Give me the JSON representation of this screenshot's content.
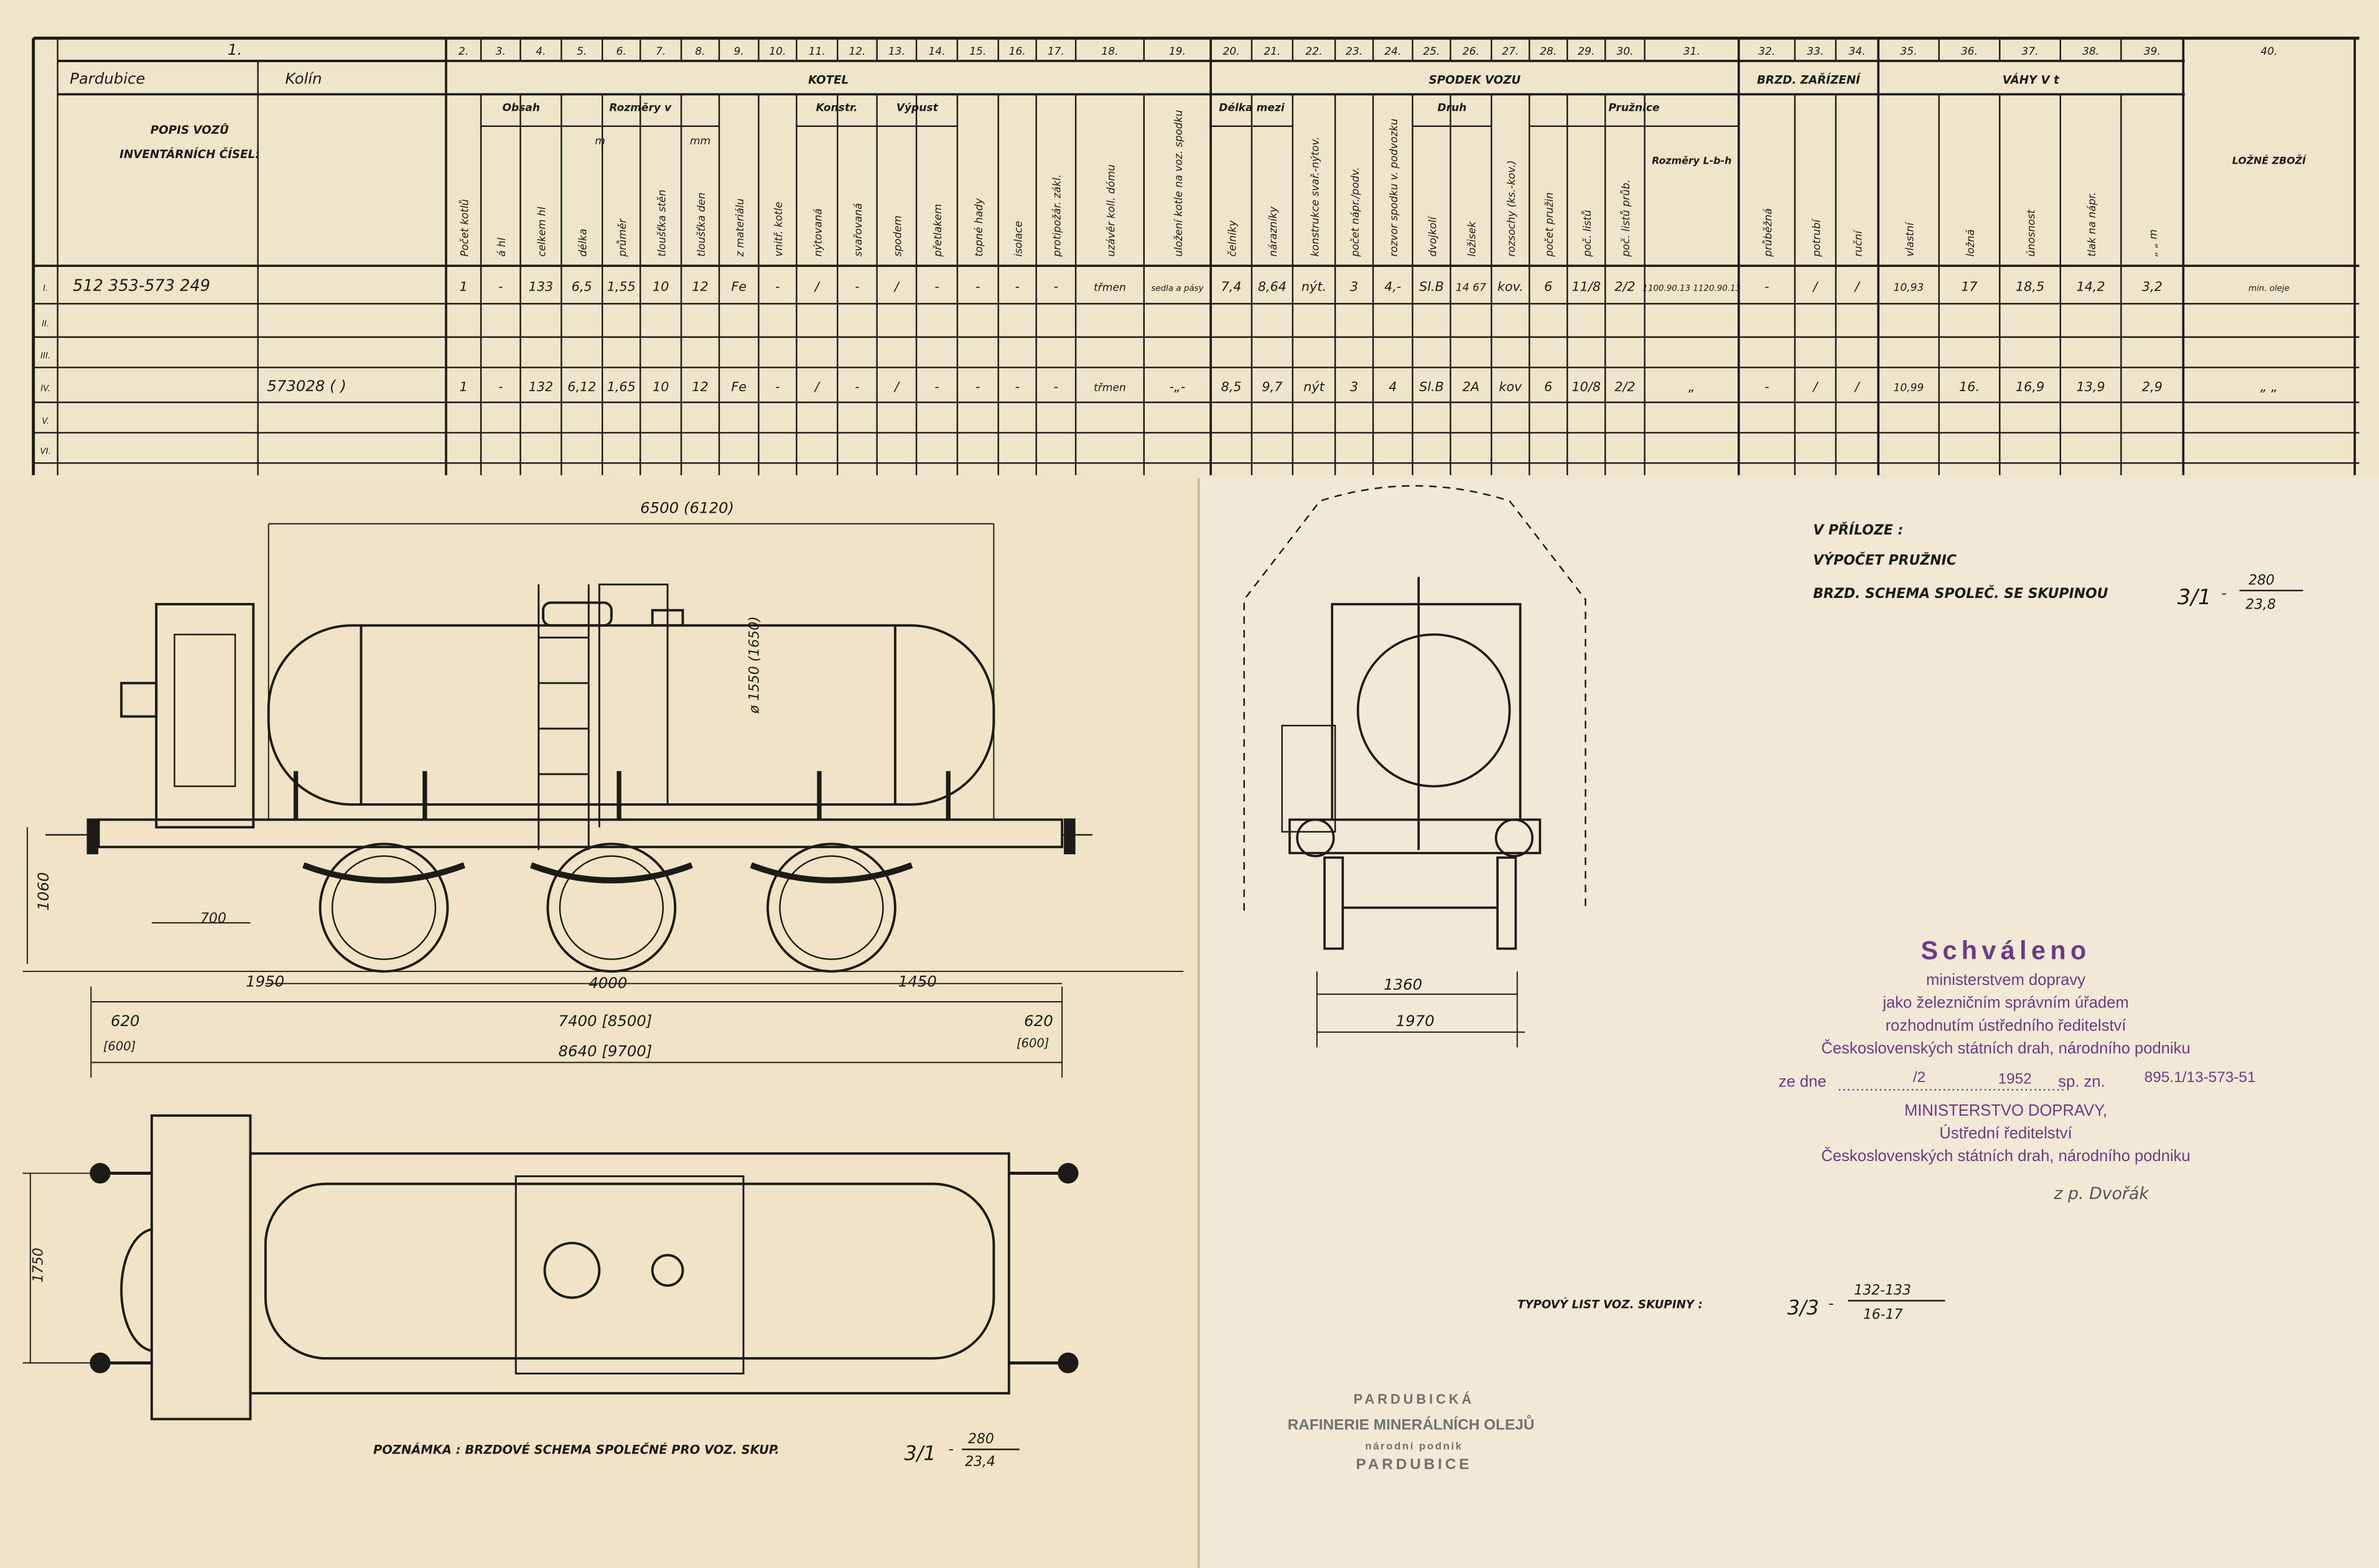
{
  "table": {
    "col1_number": "1.",
    "from_station": "Pardubice",
    "to_station": "Kolín",
    "description_label": [
      "POPIS VOZŮ",
      "INVENTÁRNÍCH ČÍSEL:"
    ],
    "groups": [
      {
        "label": "KOTEL",
        "from": 2,
        "to": 19
      },
      {
        "label": "SPODEK VOZU",
        "from": 20,
        "to": 31
      },
      {
        "label": "BRZD. ZAŘÍZENÍ",
        "from": 32,
        "to": 34
      },
      {
        "label": "VÁHY V t",
        "from": 35,
        "to": 39
      }
    ],
    "subgroups": [
      {
        "label": "Obsah",
        "from": 3,
        "to": 4
      },
      {
        "label": "Rozměry v",
        "from": 5,
        "to": 8
      },
      {
        "label": "Konstr.",
        "from": 11,
        "to": 12
      },
      {
        "label": "Výpust",
        "from": 13,
        "to": 14
      },
      {
        "label": "Délka mezi",
        "from": 20,
        "to": 21
      },
      {
        "label": "Druh",
        "from": 25,
        "to": 26
      },
      {
        "label": "Pružnice",
        "from": 28,
        "to": 31
      }
    ],
    "unit_m": "m",
    "unit_mm": "mm",
    "columns": [
      {
        "num": "2.",
        "label": "Počet kotlů"
      },
      {
        "num": "3.",
        "label": "á hl"
      },
      {
        "num": "4.",
        "label": "celkem hl"
      },
      {
        "num": "5.",
        "label": "délka"
      },
      {
        "num": "6.",
        "label": "průměr"
      },
      {
        "num": "7.",
        "label": "tloušťka stěn"
      },
      {
        "num": "8.",
        "label": "tloušťka den"
      },
      {
        "num": "9.",
        "label": "z materiálu"
      },
      {
        "num": "10.",
        "label": "vnitř. kotle"
      },
      {
        "num": "11.",
        "label": "nýtovaná"
      },
      {
        "num": "12.",
        "label": "svařovaná"
      },
      {
        "num": "13.",
        "label": "spodem"
      },
      {
        "num": "14.",
        "label": "přetlakem"
      },
      {
        "num": "15.",
        "label": "topné hady"
      },
      {
        "num": "16.",
        "label": "isolace"
      },
      {
        "num": "17.",
        "label": "protipožár. zákl."
      },
      {
        "num": "18.",
        "label": "uzávěr koll. dómu"
      },
      {
        "num": "19.",
        "label": "uložení kotle na voz. spodku"
      },
      {
        "num": "20.",
        "label": "čelníky"
      },
      {
        "num": "21.",
        "label": "nárazníky"
      },
      {
        "num": "22.",
        "label": "konstrukce svař.-nýtov."
      },
      {
        "num": "23.",
        "label": "počet nápr./podv."
      },
      {
        "num": "24.",
        "label": "rozvor spodku v. podvozku"
      },
      {
        "num": "25.",
        "label": "dvojkolí"
      },
      {
        "num": "26.",
        "label": "ložisek"
      },
      {
        "num": "27.",
        "label": "rozsochy (ks.-kov.)"
      },
      {
        "num": "28.",
        "label": "počet pružin"
      },
      {
        "num": "29.",
        "label": "poč. listů"
      },
      {
        "num": "30.",
        "label": "poč. listů průb."
      },
      {
        "num": "31.",
        "label": "Rozměry L-b-h"
      },
      {
        "num": "32.",
        "label": "průběžná"
      },
      {
        "num": "33.",
        "label": "potrubí"
      },
      {
        "num": "34.",
        "label": "ruční"
      },
      {
        "num": "35.",
        "label": "vlastní"
      },
      {
        "num": "36.",
        "label": "ložná"
      },
      {
        "num": "37.",
        "label": "únosnost"
      },
      {
        "num": "38.",
        "label": "tlak na nápr."
      },
      {
        "num": "39.",
        "label": "„ „ m"
      },
      {
        "num": "40.",
        "label": "LOŽNÉ ZBOŽÍ"
      }
    ],
    "rows": [
      {
        "roman": "I.",
        "pardubice": "512 353-573 249",
        "kolin": "",
        "values": [
          "1",
          "-",
          "133",
          "6,5",
          "1,55",
          "10",
          "12",
          "Fe",
          "-",
          "/",
          "-",
          "/",
          "-",
          "-",
          "-",
          "-",
          "třmen",
          "sedla a pásy",
          "7,4",
          "8,64",
          "nýt.",
          "3",
          "4,-",
          "Sl.B",
          "14 67",
          "kov.",
          "6",
          "11/8",
          "2/2",
          "1100.90.13 1120.90.13",
          "-",
          "/",
          "/",
          "10,93",
          "17",
          "18,5",
          "14,2",
          "3,2",
          "min. oleje"
        ]
      },
      {
        "roman": "II.",
        "pardubice": "",
        "kolin": "",
        "values": []
      },
      {
        "roman": "III.",
        "pardubice": "",
        "kolin": "",
        "values": []
      },
      {
        "roman": "IV.",
        "pardubice": "",
        "kolin": "573028 ( )",
        "values": [
          "1",
          "-",
          "132",
          "6,12",
          "1,65",
          "10",
          "12",
          "Fe",
          "-",
          "/",
          "-",
          "/",
          "-",
          "-",
          "-",
          "-",
          "třmen",
          "-„-",
          "8,5",
          "9,7",
          "nýt",
          "3",
          "4",
          "Sl.B",
          "2A",
          "kov",
          "6",
          "10/8",
          "2/2",
          "„",
          "-",
          "/",
          "/",
          "10,99",
          "16.",
          "16,9",
          "13,9",
          "2,9",
          "„ „"
        ]
      },
      {
        "roman": "V.",
        "pardubice": "",
        "kolin": "",
        "values": []
      },
      {
        "roman": "VI.",
        "pardubice": "",
        "kolin": "",
        "values": []
      }
    ]
  },
  "drawing": {
    "dims": {
      "length_tank": "6500 (6120)",
      "diameter": "ø 1550 (1650)",
      "height": "1060",
      "cab": "700",
      "d1950": "1950",
      "d4000": "4000",
      "d1450": "1450",
      "d620_left": "620",
      "d600_left": "[600]",
      "d7400": "7400 [8500]",
      "d620_right": "620",
      "d600_right": "[600]",
      "d8640": "8640 [9700]",
      "plan_width": "1750",
      "gauge": "1360",
      "end_width": "1970"
    },
    "note_left": "POZNÁMKA : BRZDOVÉ SCHEMA SPOLEČNÉ PRO VOZ. SKUP.",
    "note_left_fraction": {
      "whole": "3/1",
      "num": "280",
      "den": "23,4"
    },
    "annex": [
      "V PŘÍLOZE :",
      "VÝPOČET PRUŽNIC",
      "BRZD. SCHEMA SPOLEČ. SE SKUPINOU"
    ],
    "annex_fraction": {
      "whole": "3/1",
      "num": "280",
      "den": "23,8"
    },
    "type_sheet": "TYPOVÝ LIST VOZ. SKUPINY :",
    "type_fraction": {
      "whole": "3/3",
      "num": "132-133",
      "den": "16-17"
    }
  },
  "approval_stamp": {
    "title": "Schváleno",
    "lines": [
      "ministerstvem dopravy",
      "jako železničním správním úřadem",
      "rozhodnutím ústředního ředitelství",
      "Československých státních drah, národního podniku"
    ],
    "date_label": "ze dne",
    "date_value": "/2",
    "year": "1952",
    "ref_label": "sp. zn.",
    "ref_value": "895.1/13-573-51",
    "authority": [
      "MINISTERSTVO DOPRAVY,",
      "Ústřední ředitelství",
      "Československých státních drah, národního podniku"
    ],
    "signature": "z p. Dvořák"
  },
  "company_stamp": [
    "PARDUBICKÁ",
    "RAFINERIE MINERÁLNÍCH OLEJŮ",
    "národní podnik",
    "PARDUBICE"
  ],
  "colors": {
    "paper": "#eee5cb",
    "ink": "#1d1b17",
    "stamp": "#6e3a86"
  }
}
